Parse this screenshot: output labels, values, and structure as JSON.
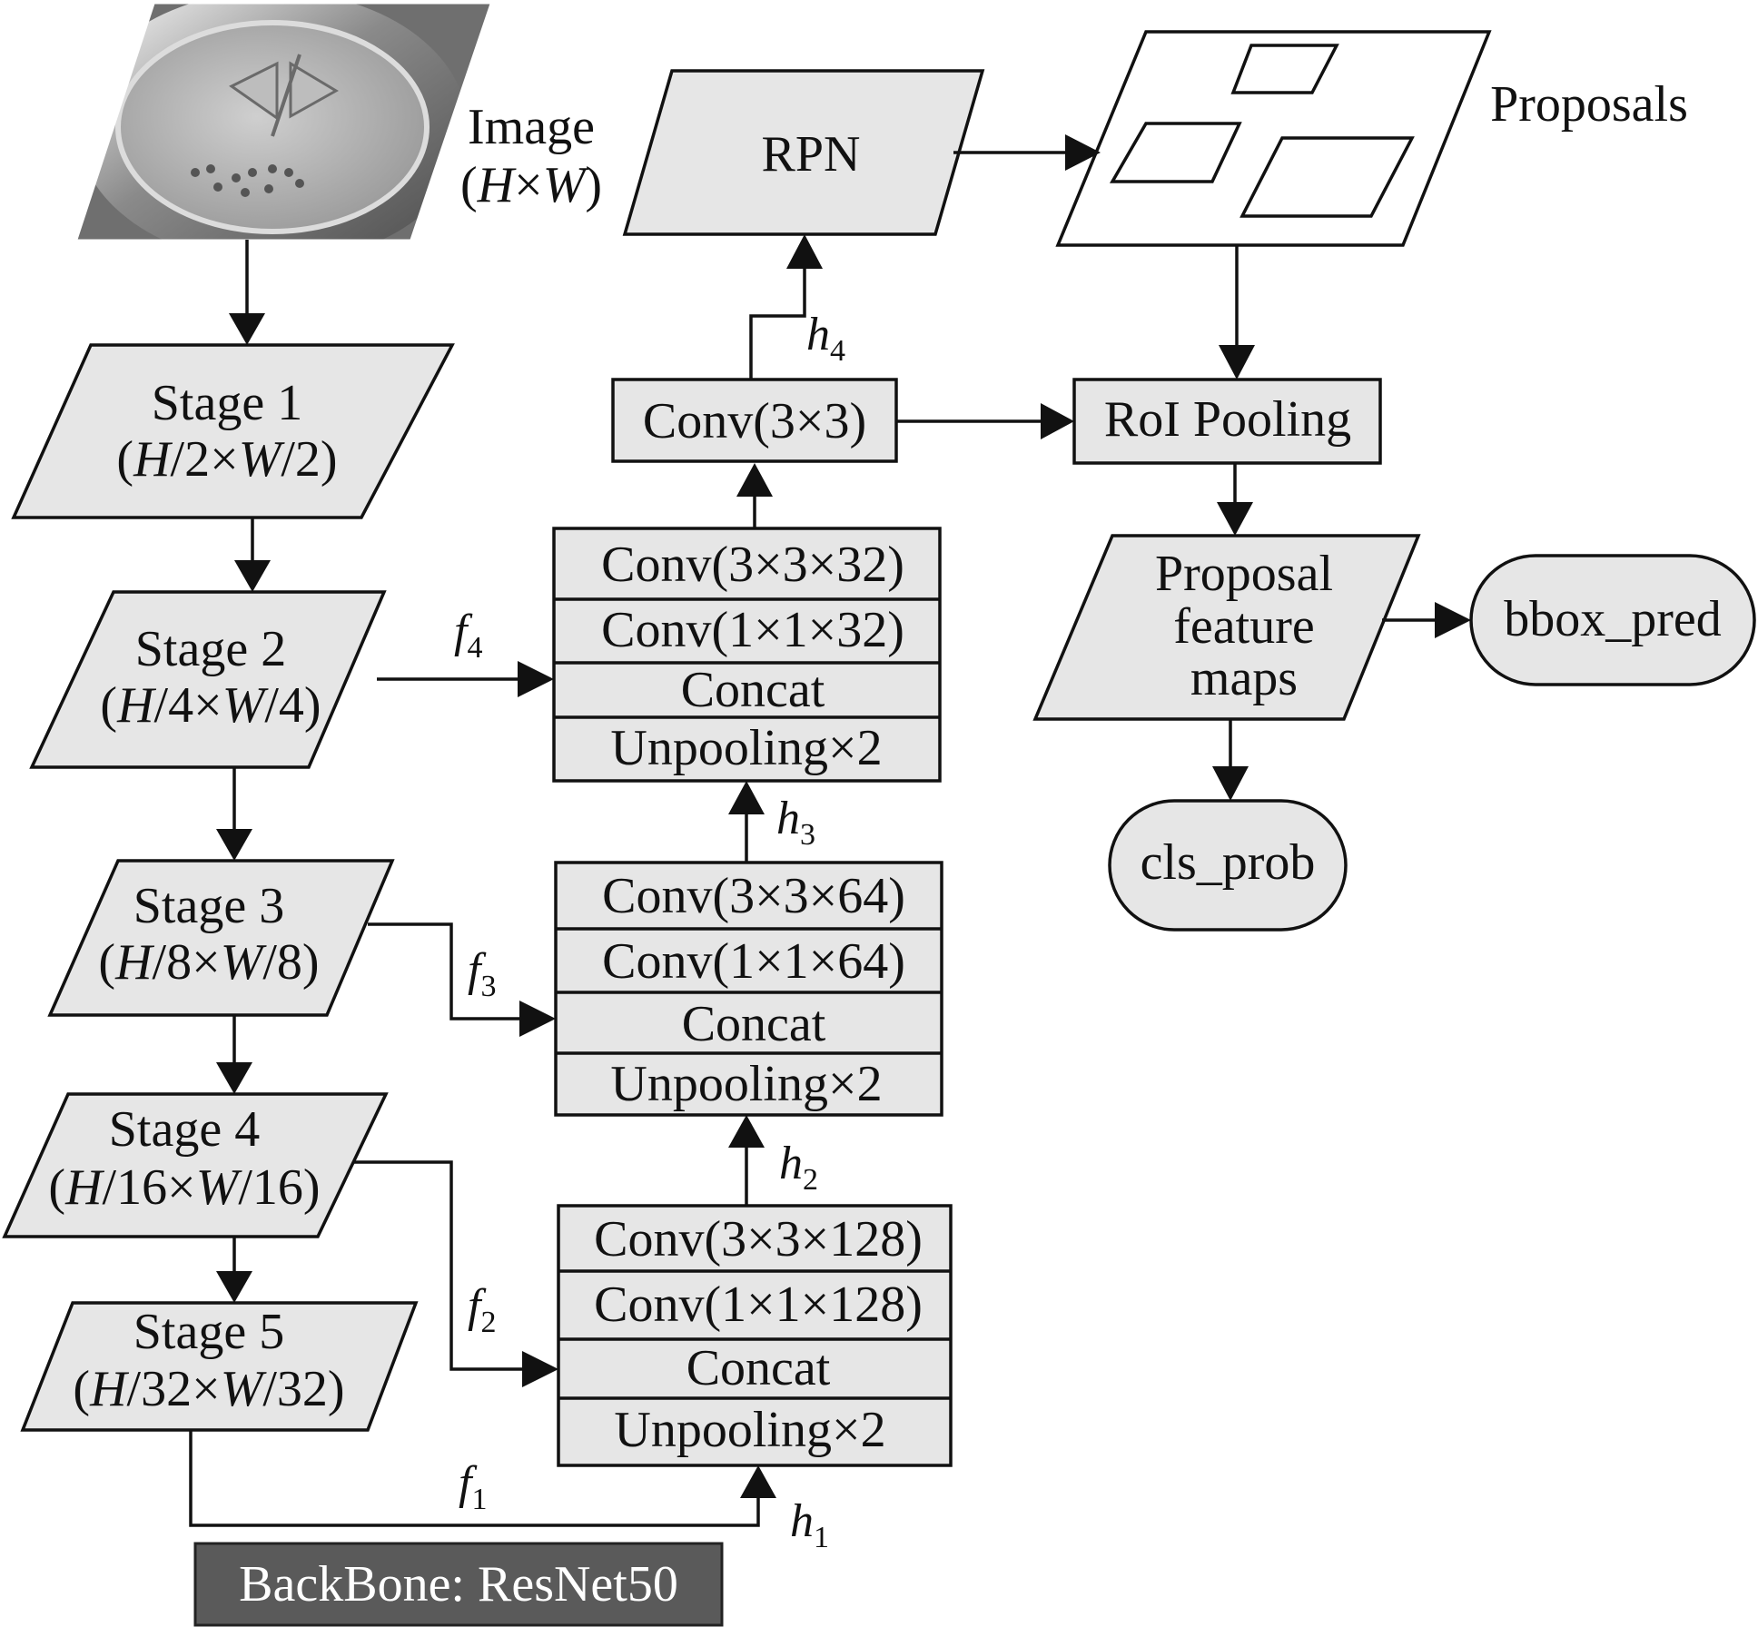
{
  "image": {
    "title": "Image",
    "size_h": "H",
    "size_x": "×",
    "size_w": "W"
  },
  "stages": [
    {
      "name": "Stage 1",
      "divisor": "2"
    },
    {
      "name": "Stage 2",
      "divisor": "4"
    },
    {
      "name": "Stage 3",
      "divisor": "8"
    },
    {
      "name": "Stage 4",
      "divisor": "16"
    },
    {
      "name": "Stage 5",
      "divisor": "32"
    }
  ],
  "backbone_label": "BackBone: ResNet50",
  "merge_blocks": [
    {
      "rows": [
        "Conv(3×3×32)",
        "Conv(1×1×32)",
        "Concat",
        "Unpooling×2"
      ]
    },
    {
      "rows": [
        "Conv(3×3×64)",
        "Conv(1×1×64)",
        "Concat",
        "Unpooling×2"
      ]
    },
    {
      "rows": [
        "Conv(3×3×128)",
        "Conv(1×1×128)",
        "Concat",
        "Unpooling×2"
      ]
    }
  ],
  "conv_final": "Conv(3×3)",
  "rpn": "RPN",
  "proposals": "Proposals",
  "roi_pooling": "RoI Pooling",
  "proposal_feature_maps": [
    "Proposal",
    "feature",
    "maps"
  ],
  "bbox_pred": "bbox_pred",
  "cls_prob": "cls_prob",
  "feature_labels": [
    {
      "letter": "f",
      "sub": "1"
    },
    {
      "letter": "f",
      "sub": "2"
    },
    {
      "letter": "f",
      "sub": "3"
    },
    {
      "letter": "f",
      "sub": "4"
    }
  ],
  "hidden_labels": [
    {
      "letter": "h",
      "sub": "1"
    },
    {
      "letter": "h",
      "sub": "2"
    },
    {
      "letter": "h",
      "sub": "3"
    },
    {
      "letter": "h",
      "sub": "4"
    }
  ],
  "colors": {
    "fill": "#e6e6e6",
    "stroke": "#111111",
    "backbone_fill": "#5a5a5a",
    "backbone_text": "#ffffff"
  }
}
